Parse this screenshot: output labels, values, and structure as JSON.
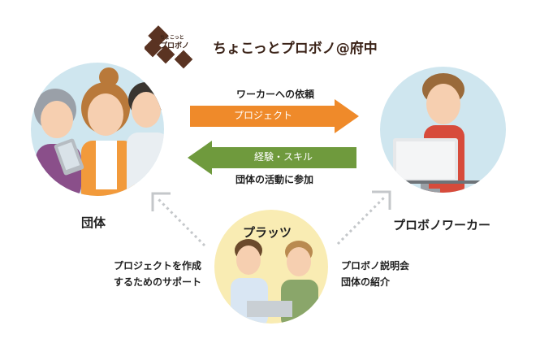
{
  "header": {
    "logo_small": "ちょこっと",
    "logo_main": "プロボノ",
    "title": "ちょこっとプロボノ@府中"
  },
  "nodes": {
    "left": "団体",
    "right": "プロボノワーカー",
    "middle": "プラッツ"
  },
  "arrows": {
    "top_caption": "ワーカーへの依頼",
    "top_label": "プロジェクト",
    "bottom_label": "経験・スキル",
    "bottom_caption": "団体の活動に参加"
  },
  "support": {
    "left_line1": "プロジェクトを作成",
    "left_line2": "するためのサポート",
    "right_line1": "プロボノ説明会",
    "right_line2": "団体の紹介"
  },
  "colors": {
    "orange_arrow": "#ef8a2a",
    "green_arrow": "#6f9a3d",
    "circle_blue": "#cfe6ef",
    "circle_yellow": "#f9ecb3",
    "brand_brown": "#3b2318"
  }
}
